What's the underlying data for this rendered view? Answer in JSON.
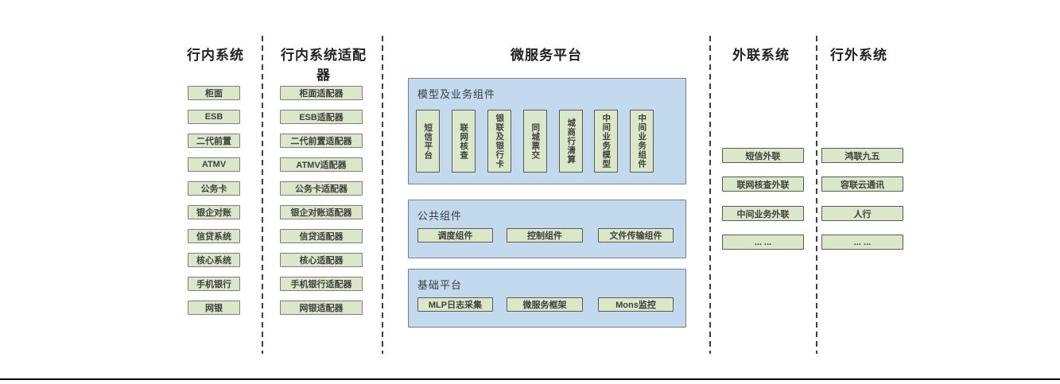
{
  "colors": {
    "box_green": "#dbe7c9",
    "panel_blue": "#c3d9ee",
    "border_gray": "#7d7d7d",
    "border_dark": "#595959",
    "text_dark": "#404040"
  },
  "columns": [
    {
      "title": "行内系统",
      "items": [
        "柜面",
        "ESB",
        "二代前置",
        "ATMV",
        "公务卡",
        "银企对账",
        "信贷系统",
        "核心系统",
        "手机银行",
        "网银"
      ]
    },
    {
      "title": "行内系统适配器",
      "items": [
        "柜面适配器",
        "ESB适配器",
        "二代前置适配器",
        "ATMV适配器",
        "公务卡适配器",
        "银企对账适配器",
        "信贷适配器",
        "核心适配器",
        "手机银行适配器",
        "网银适配器"
      ]
    }
  ],
  "microservice": {
    "title": "微服务平台",
    "groups": [
      {
        "label": "模型及业务组件",
        "items": [
          "短信平台",
          "联网核查",
          "银联及银行卡",
          "同城票交",
          "城商行清算",
          "中间业务模型",
          "中间业务组件"
        ]
      },
      {
        "label": "公共组件",
        "items": [
          "调度组件",
          "控制组件",
          "文件传输组件"
        ]
      },
      {
        "label": "基础平台",
        "items": [
          "MLP日志采集",
          "微服务框架",
          "Mons监控"
        ]
      }
    ]
  },
  "external": {
    "title": "外联系统",
    "items": [
      "短信外联",
      "联网核查外联",
      "中间业务外联",
      "... ..."
    ]
  },
  "outside": {
    "title": "行外系统",
    "items": [
      "鸿联九五",
      "容联云通讯",
      "人行",
      "... ..."
    ]
  }
}
